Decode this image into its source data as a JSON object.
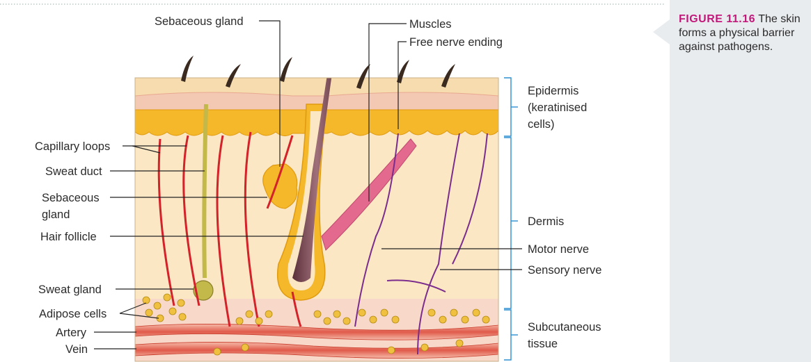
{
  "caption": {
    "figure_number": "FIGURE 11.16",
    "text": "The skin forms a physical barrier against pathogens."
  },
  "labels": {
    "sebaceous_gland_top": "Sebaceous gland",
    "muscles": "Muscles",
    "free_nerve_ending": "Free nerve ending",
    "capillary_loops": "Capillary loops",
    "sweat_duct": "Sweat duct",
    "sebaceous_line1": "Sebaceous",
    "sebaceous_line2": "gland",
    "hair_follicle": "Hair follicle",
    "sweat_gland": "Sweat gland",
    "adipose_cells": "Adipose cells",
    "artery": "Artery",
    "vein": "Vein",
    "epidermis_line1": "Epidermis",
    "epidermis_line2": "(keratinised",
    "epidermis_line3": "cells)",
    "dermis": "Dermis",
    "motor_nerve": "Motor nerve",
    "sensory_nerve": "Sensory nerve",
    "subcutaneous_line1": "Subcutaneous",
    "subcutaneous_line2": "tissue"
  },
  "colors": {
    "skin_surface": "#f6dcae",
    "epidermis_pink": "#f4c9b4",
    "yellow_layer": "#f4b82a",
    "dermis": "#fbe7c3",
    "hair": "#7a4a55",
    "blood_vessel": "#d4222a",
    "nerve": "#7b2d8e",
    "sweat_gland": "#c2b94a",
    "fat": "#f0c040",
    "bracket": "#2b8fd0",
    "caption_accent": "#c2187a",
    "caption_bg": "#e9ecef"
  }
}
